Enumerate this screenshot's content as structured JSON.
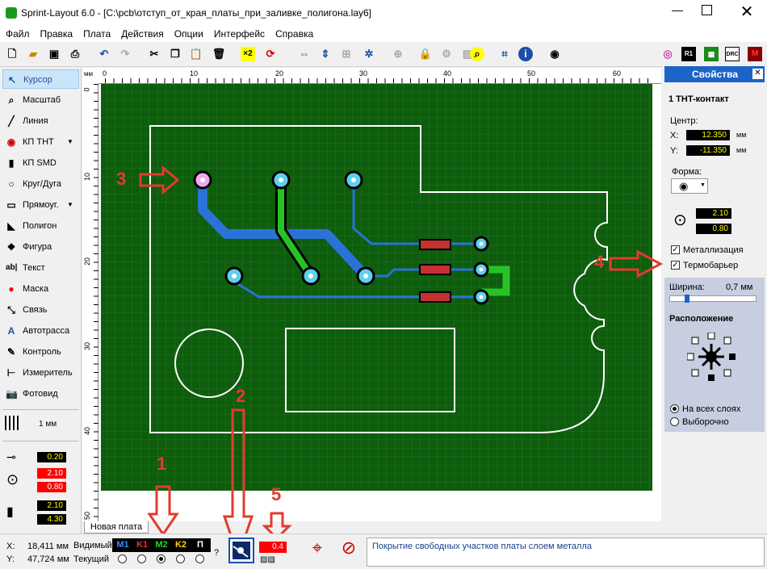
{
  "window": {
    "title": "Sprint-Layout 6.0 - [C:\\pcb\\отступ_от_края_платы_при_заливке_полигона.lay6]"
  },
  "menu": [
    "Файл",
    "Правка",
    "Плата",
    "Действия",
    "Опции",
    "Интерфейс",
    "Справка"
  ],
  "tools": [
    {
      "label": "Курсор",
      "icon": "cursor-icon"
    },
    {
      "label": "Масштаб",
      "icon": "zoom-icon"
    },
    {
      "label": "Линия",
      "icon": "line-icon"
    },
    {
      "label": "КП ТНТ",
      "icon": "tht-pad-icon"
    },
    {
      "label": "КП SMD",
      "icon": "smd-pad-icon"
    },
    {
      "label": "Круг/Дуга",
      "icon": "circle-icon"
    },
    {
      "label": "Прямоуг.",
      "icon": "rectangle-icon"
    },
    {
      "label": "Полигон",
      "icon": "polygon-icon"
    },
    {
      "label": "Фигура",
      "icon": "shape-icon"
    },
    {
      "label": "Текст",
      "icon": "text-icon"
    },
    {
      "label": "Маска",
      "icon": "mask-icon"
    },
    {
      "label": "Связь",
      "icon": "connection-icon"
    },
    {
      "label": "Автотрасса",
      "icon": "autoroute-icon"
    },
    {
      "label": "Контроль",
      "icon": "check-icon"
    },
    {
      "label": "Измеритель",
      "icon": "measure-icon"
    },
    {
      "label": "Фотовид",
      "icon": "photo-icon"
    }
  ],
  "grid": {
    "label": "1 мм"
  },
  "params": {
    "track": "0.20",
    "pad_outer": "2.10",
    "pad_inner": "0.80",
    "smd_w": "2.10",
    "smd_h": "4.30"
  },
  "ruler": {
    "unit": "мм",
    "top_ticks": [
      "0",
      "10",
      "20",
      "30",
      "40",
      "50",
      "60"
    ],
    "left_ticks": [
      "0",
      "10",
      "20",
      "30",
      "40",
      "50"
    ]
  },
  "tab": {
    "label": "Новая плата"
  },
  "annotations": [
    "1",
    "2",
    "3",
    "4",
    "5"
  ],
  "props": {
    "header": "Свойства",
    "object": "1 THT-контакт",
    "center_label": "Центр:",
    "x_label": "X:",
    "x_value": "12.350",
    "y_label": "Y:",
    "y_value": "-11.350",
    "unit": "мм",
    "shape_label": "Форма:",
    "outer": "2.10",
    "inner": "0.80",
    "metallization": "Металлизация",
    "thermal": "Термобарьер",
    "width_label": "Ширина:",
    "width_value": "0,7 мм",
    "placement_label": "Расположение",
    "all_layers": "На всех слоях",
    "selective": "Выборочно"
  },
  "status": {
    "x_label": "X:",
    "x_value": "18,411 мм",
    "y_label": "Y:",
    "y_value": "47,724 мм",
    "visible": "Видимый",
    "current": "Текущий",
    "layers": [
      {
        "name": "M1",
        "color": "#3a8cff"
      },
      {
        "name": "K1",
        "color": "#ff2a2a"
      },
      {
        "name": "M2",
        "color": "#26d626"
      },
      {
        "name": "K2",
        "color": "#ffd400"
      },
      {
        "name": "П",
        "color": "#ffffff"
      }
    ],
    "question": "?",
    "fill_gap": "0.4",
    "message": "Покрытие свободных участков платы слоем металла"
  }
}
